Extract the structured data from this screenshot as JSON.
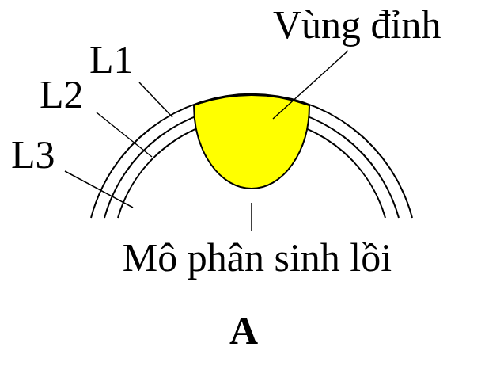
{
  "diagram": {
    "labels": [
      "Vùng đỉnh",
      "L1",
      "L2",
      "L3",
      "Mô phân sinh lồi",
      "A"
    ]
  }
}
